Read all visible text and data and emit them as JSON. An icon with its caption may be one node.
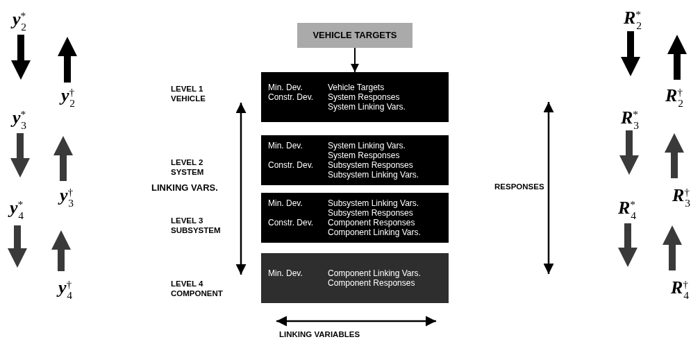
{
  "diagram": {
    "nodes": [
      {
        "text": [
          "VEHICLE TARGETS"
        ]
      },
      {
        "text": [
          "Min. Dev.",
          "Vehicle Targets",
          "Constr. Dev.",
          "System Responses System Linking Vars."
        ]
      },
      {
        "text": [
          "Min. Dev.",
          "System Linking Vars. System Responses",
          "Constr. Dev.",
          "Subsystem Responses Subsystem Linking Vars."
        ]
      },
      {
        "text": [
          "Min. Dev.",
          "Subsystem Linking Vars. Subsystem Responses",
          "Constr. Dev.",
          "Component Responses Component Linking Vars."
        ]
      },
      {
        "text": [
          "Min. Dev.",
          "Component Linking Vars. Component Responses"
        ]
      }
    ],
    "edges": [
      {
        "from": 0,
        "to": 1,
        "arrow": "to"
      }
    ],
    "labels": [
      "*y*$^{*}$$_{2}$",
      "*y*$^{†}$$_{2}$",
      "*y*$^{*}$$_{3}$",
      "*y*$^{†}$$_{3}$",
      "*y*$^{*}$$_{4}$",
      "*y*$^{†}$$_{4}$",
      "*R*$^{*}$$_{2}$",
      "*R*$^{†}$$_{2}$",
      "*R*$^{*}$$_{3}$",
      "*R*$^{†}$$_{3}$",
      "*R*$^{*}$$_{4}$",
      "*R*$^{†}$$_{4}$",
      "LEVEL 1 VEHICLE",
      "LEVEL 2 SYSTEM",
      "LINKING VARS.",
      "LEVEL 3 SUBSYSTEM",
      "RESPONSES",
      "LEVEL 4 COMPONENT",
      "LINKING VARIABLES"
    ]
  }
}
